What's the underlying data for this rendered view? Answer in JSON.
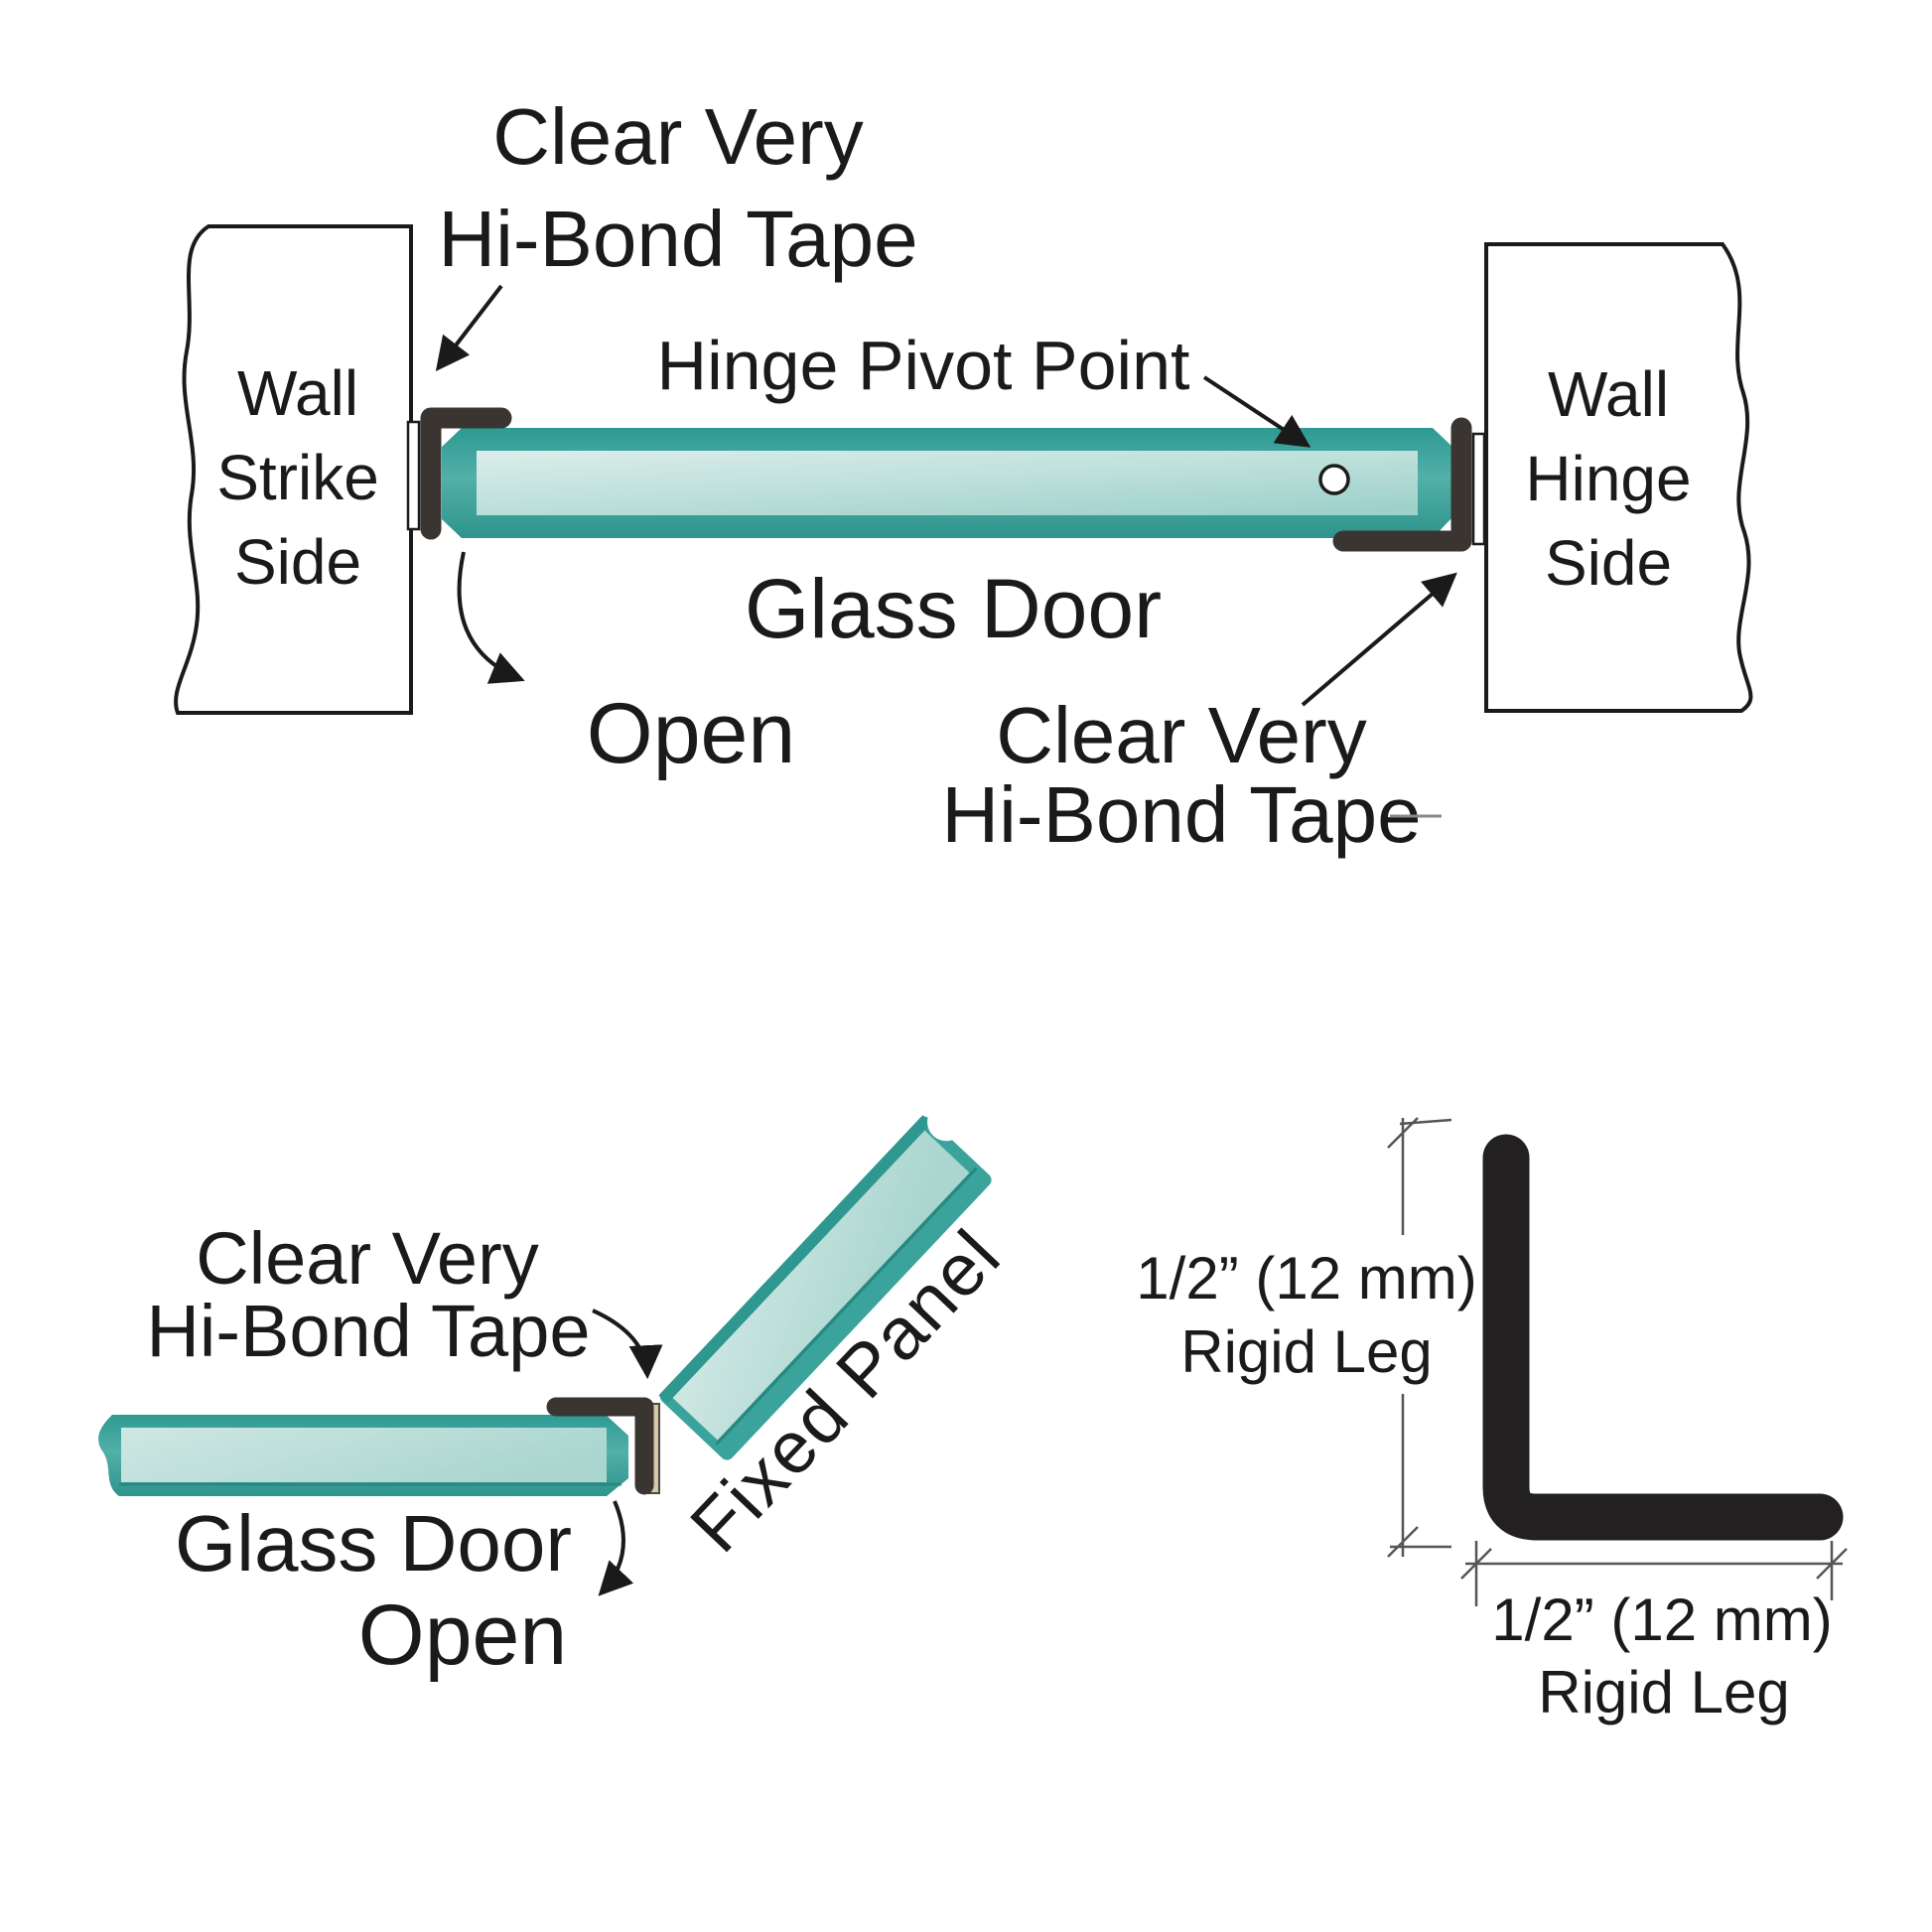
{
  "colors": {
    "door_teal": "#3aa39b",
    "door_teal_dark": "#2e978f",
    "door_glass_light": "#d6eae6",
    "bracket_black": "#3a3531",
    "tape_white": "#ffffff",
    "tape_tan": "#d8c8a6",
    "profile_black": "#232021",
    "line_black": "#1a1a1a",
    "dim_gray": "#555555"
  },
  "top_diagram": {
    "tape_label_left": {
      "line1": "Clear Very",
      "line2": "Hi-Bond Tape"
    },
    "hinge_pivot_label": "Hinge Pivot Point",
    "glass_door_label": "Glass Door",
    "open_label": "Open",
    "tape_label_right": {
      "line1": "Clear Very",
      "line2": "Hi-Bond Tape"
    },
    "left_wall": {
      "line1": "Wall",
      "line2": "Strike",
      "line3": "Side"
    },
    "right_wall": {
      "line1": "Wall",
      "line2": "Hinge",
      "line3": "Side"
    }
  },
  "bottom_left_diagram": {
    "tape_label": {
      "line1": "Clear Very",
      "line2": "Hi-Bond Tape"
    },
    "glass_door_label": "Glass Door",
    "open_label": "Open",
    "fixed_panel_label": "Fixed Panel"
  },
  "bottom_right_diagram": {
    "vertical_dim": {
      "line1": "1/2” (12 mm)",
      "line2": "Rigid Leg"
    },
    "horizontal_dim": {
      "line1": "1/2” (12 mm)",
      "line2": "Rigid Leg"
    }
  }
}
